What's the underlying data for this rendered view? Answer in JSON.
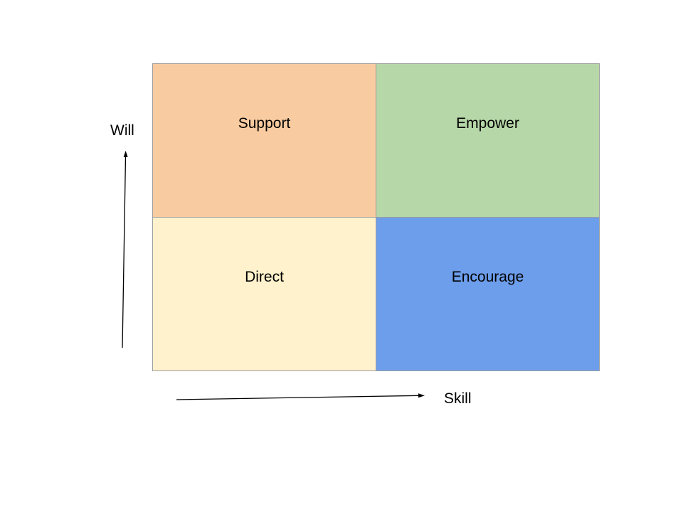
{
  "diagram": {
    "quadrants": [
      {
        "id": "support",
        "label": "Support",
        "color": "#f8cba0"
      },
      {
        "id": "empower",
        "label": "Empower",
        "color": "#b6d7a8"
      },
      {
        "id": "direct",
        "label": "Direct",
        "color": "#fff2cc"
      },
      {
        "id": "encourage",
        "label": "Encourage",
        "color": "#6d9eeb"
      }
    ],
    "axes": {
      "y_label": "Will",
      "x_label": "Skill"
    }
  }
}
